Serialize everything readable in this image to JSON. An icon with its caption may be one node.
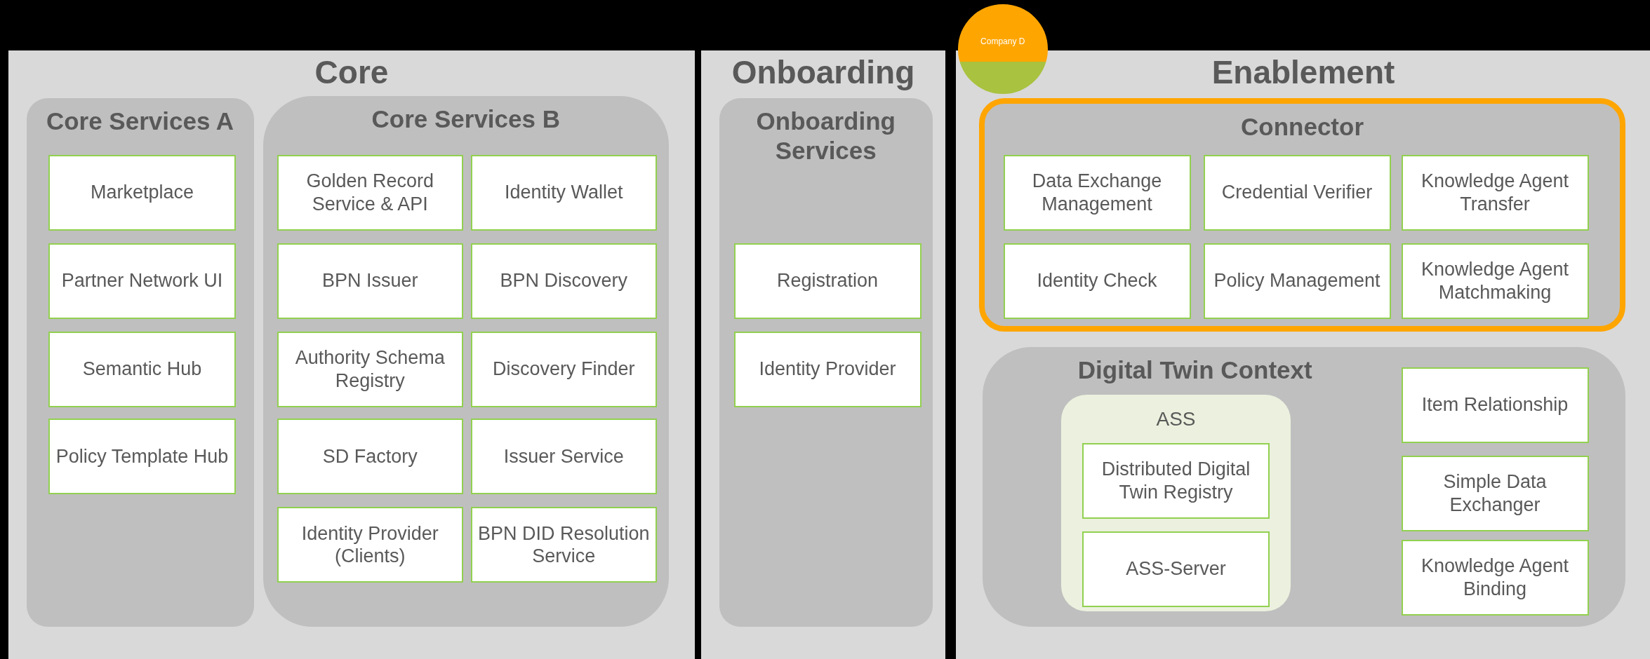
{
  "diagram": {
    "nodes": [
      {
        "text": [
          "Core"
        ]
      },
      {
        "text": [
          "Core Services A"
        ],
        "in": 0
      },
      {
        "text": [
          "Marketplace"
        ],
        "in": 1
      },
      {
        "text": [
          "Partner Network UI"
        ],
        "in": 1
      },
      {
        "text": [
          "Semantic Hub"
        ],
        "in": 1
      },
      {
        "text": [
          "Policy Template Hub"
        ],
        "in": 1
      },
      {
        "text": [
          "Core Services B"
        ],
        "in": 0
      },
      {
        "text": [
          "Golden Record Service & API"
        ],
        "in": 6
      },
      {
        "text": [
          "Identity Wallet"
        ],
        "in": 6
      },
      {
        "text": [
          "BPN Issuer"
        ],
        "in": 6
      },
      {
        "text": [
          "BPN Discovery"
        ],
        "in": 6
      },
      {
        "text": [
          "Authority Schema Registry"
        ],
        "in": 6
      },
      {
        "text": [
          "Discovery Finder"
        ],
        "in": 6
      },
      {
        "text": [
          "SD Factory"
        ],
        "in": 6
      },
      {
        "text": [
          "Issuer Service"
        ],
        "in": 6
      },
      {
        "text": [
          "Identity Provider (Clients)"
        ],
        "in": 6
      },
      {
        "text": [
          "BPN DID Resolution Service"
        ],
        "in": 6
      },
      {
        "text": [
          "Onboarding"
        ]
      },
      {
        "text": [
          "Onboarding Services"
        ],
        "in": 17
      },
      {
        "text": [
          "Registration"
        ],
        "in": 18
      },
      {
        "text": [
          "Identity Provider"
        ],
        "in": 18
      },
      {
        "text": [
          "Enablement"
        ]
      },
      {
        "text": [
          "Company D"
        ]
      },
      {
        "text": [
          "Connector"
        ],
        "in": 21
      },
      {
        "text": [
          "Data Exchange Management"
        ],
        "in": 23
      },
      {
        "text": [
          "Credential Verifier"
        ],
        "in": 23
      },
      {
        "text": [
          "Knowledge Agent Transfer"
        ],
        "in": 23
      },
      {
        "text": [
          "Identity Check"
        ],
        "in": 23
      },
      {
        "text": [
          "Policy Management"
        ],
        "in": 23
      },
      {
        "text": [
          "Knowledge Agent Matchmaking"
        ],
        "in": 23
      },
      {
        "text": [
          "Digital Twin Context"
        ],
        "in": 21
      },
      {
        "text": [
          "ASS"
        ],
        "in": 30
      },
      {
        "text": [
          "Distributed Digital Twin Registry"
        ],
        "in": 31
      },
      {
        "text": [
          "ASS-Server"
        ],
        "in": 31
      },
      {
        "text": [
          "Item Relationship"
        ],
        "in": 30
      },
      {
        "text": [
          "Simple Data Exchanger"
        ],
        "in": 30
      },
      {
        "text": [
          "Knowledge Agent Binding"
        ],
        "in": 30
      }
    ]
  }
}
